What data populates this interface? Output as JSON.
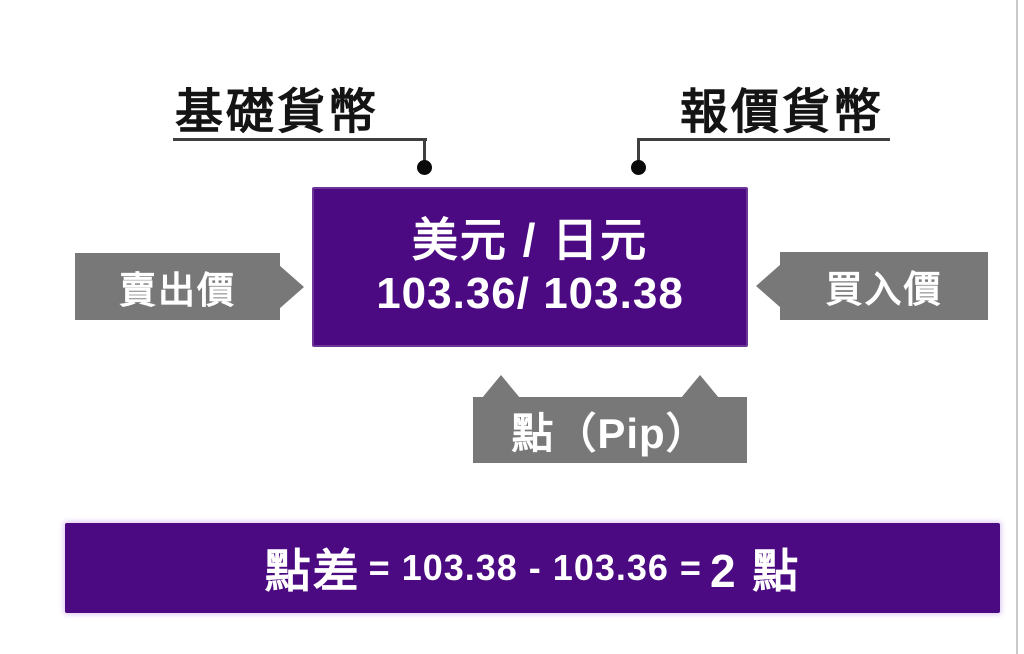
{
  "colors": {
    "purple": "#4B0A82",
    "gray": "#787878",
    "connector": "#3F3F3F",
    "heading_text": "#141414",
    "white_text": "#FFFFFF",
    "edge_line": "#C9C9C9"
  },
  "headings": {
    "base_currency": "基礎貨幣",
    "quote_currency": "報價貨幣"
  },
  "quote_box": {
    "pair": "美元 / 日元",
    "prices": "103.36/ 103.38"
  },
  "tags": {
    "sell_price": "賣出價",
    "buy_price": "買入價",
    "pip": "點（Pip）"
  },
  "spread_bar": {
    "label": "點差",
    "equation": "= 103.38 - 103.36 =",
    "result": "2 點"
  }
}
